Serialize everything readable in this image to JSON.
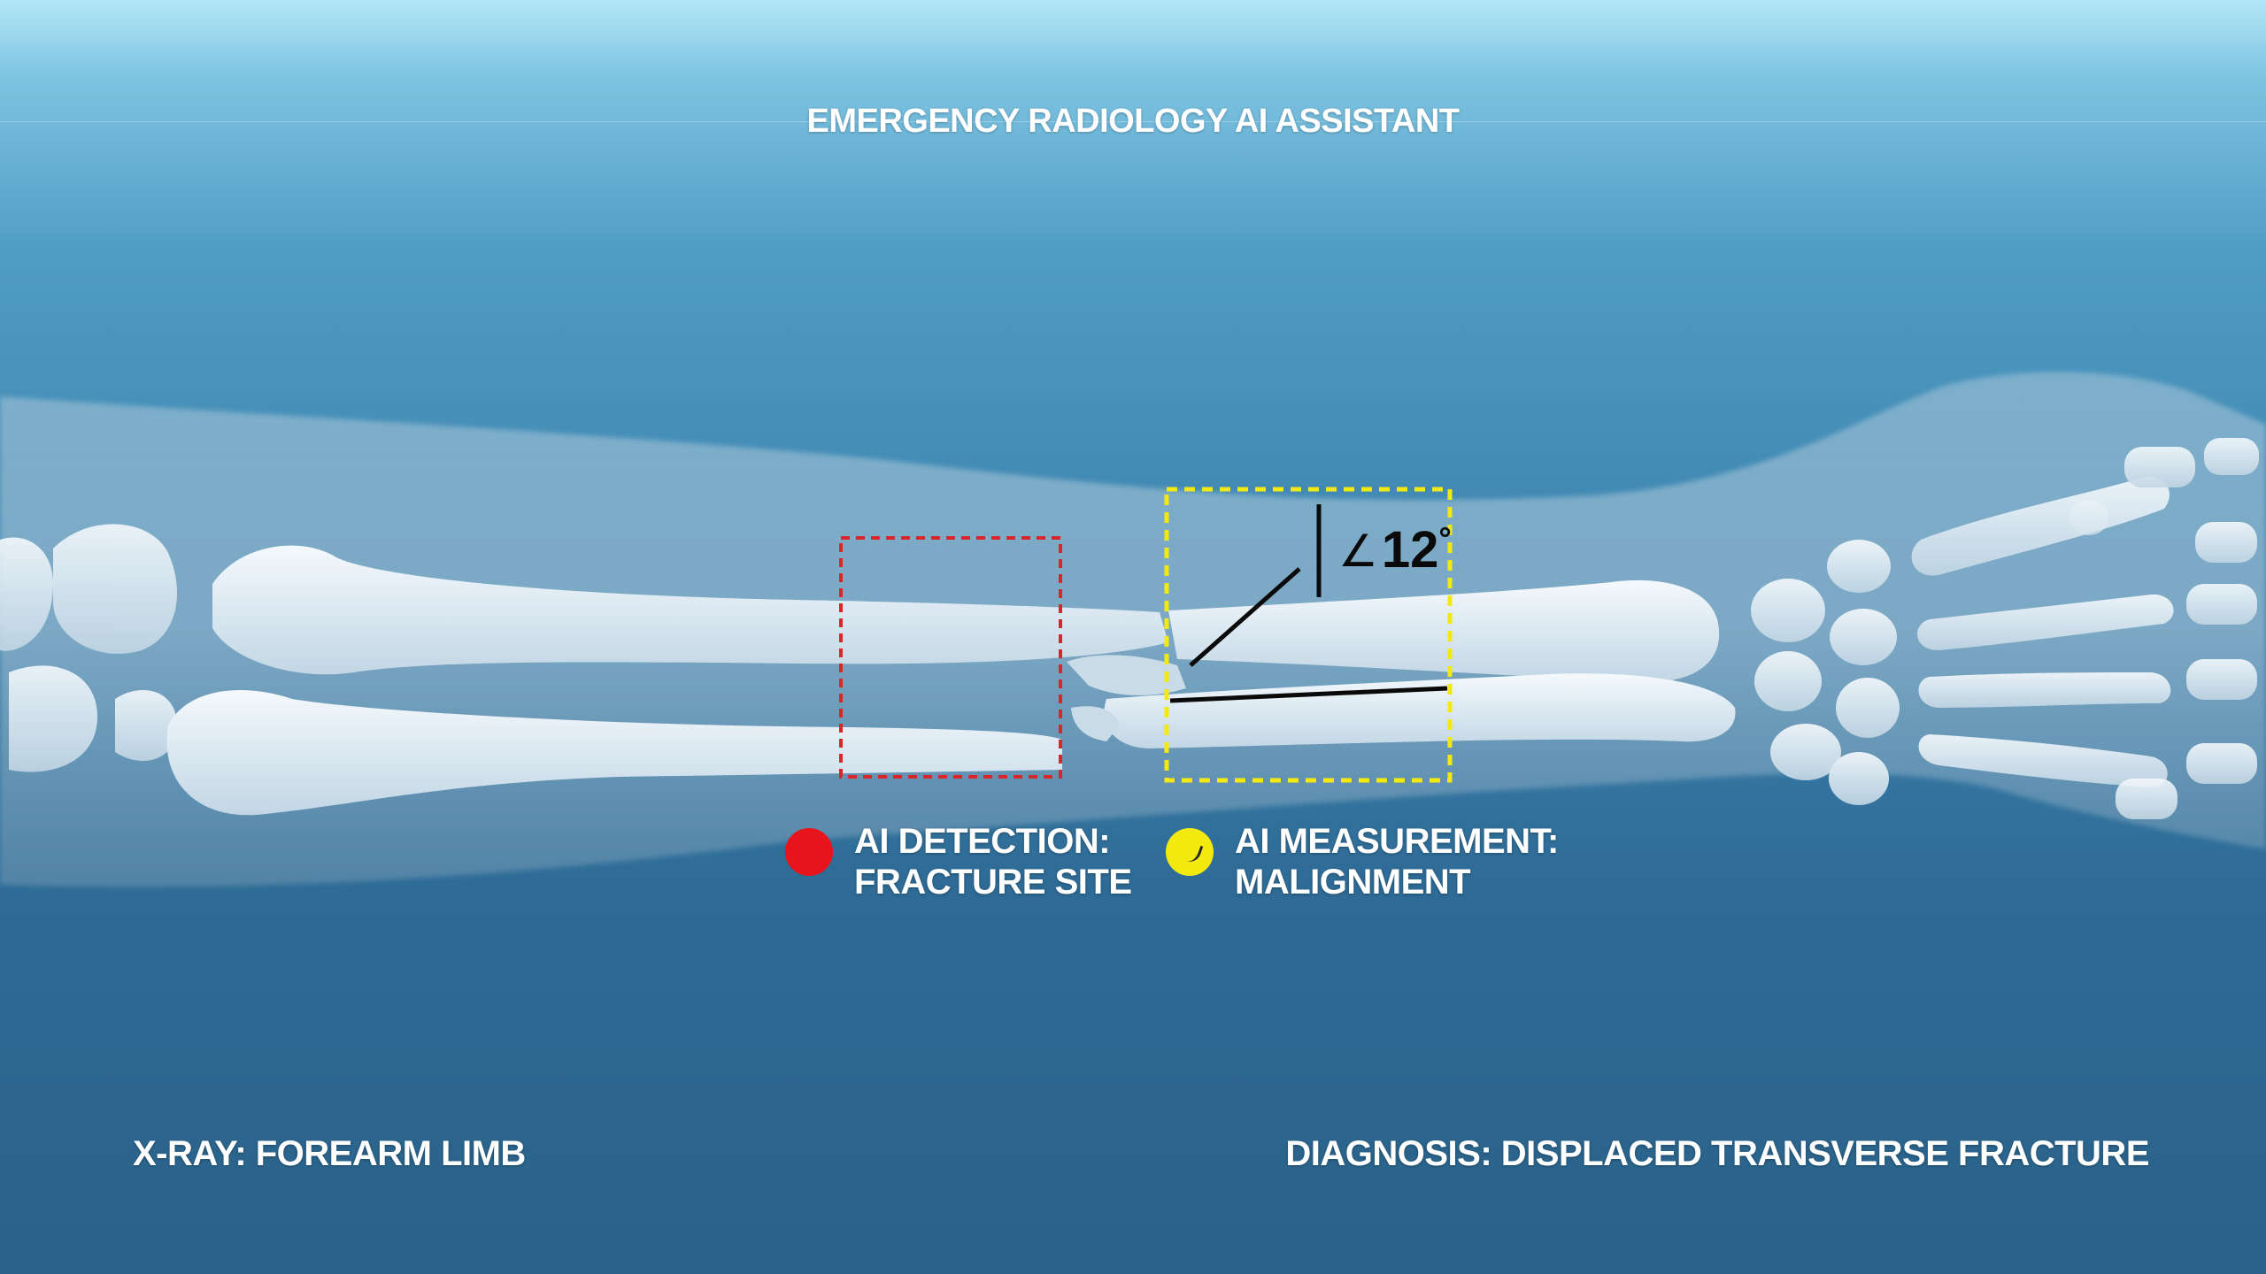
{
  "header": {
    "title": "EMERGENCY RADIOLOGY AI ASSISTANT"
  },
  "annotations": {
    "angle_value": "12",
    "angle_unit": "°"
  },
  "legend": {
    "detection": {
      "line1": "AI DETECTION:",
      "line2": "FRACTURE SITE",
      "color": "#e8141c"
    },
    "measurement": {
      "line1": "AI MEASUREMENT:",
      "line2": "MALIGNMENT",
      "color": "#f3e90f"
    }
  },
  "footer": {
    "study": "X-RAY: FOREARM LIMB",
    "diagnosis": "DIAGNOSIS: DISPLACED TRANSVERSE FRACTURE"
  },
  "colors": {
    "detection_box": "#d8262b",
    "measurement_box": "#f3e90f",
    "bone": "#e6f0f6",
    "soft_tissue": "#8fb4ca"
  }
}
